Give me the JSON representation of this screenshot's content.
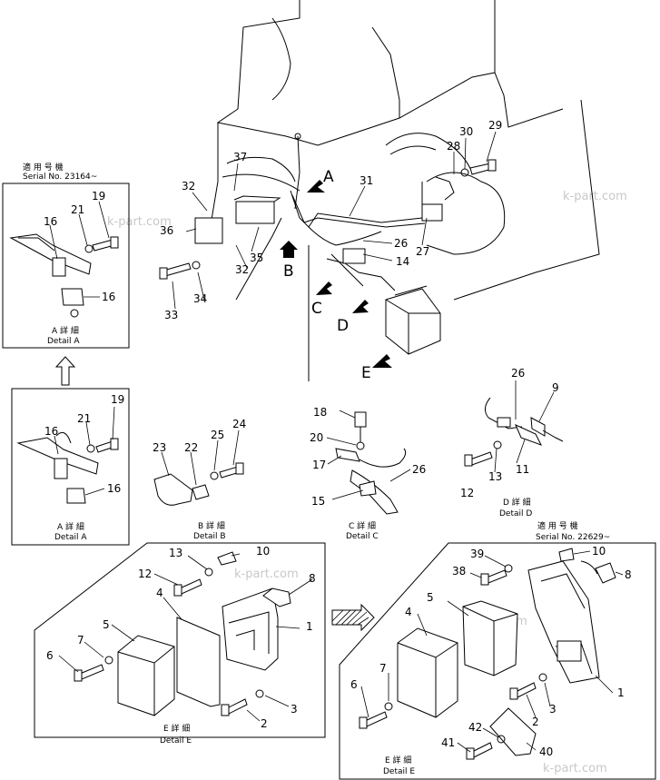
{
  "watermark": "k-part.com",
  "main": {
    "labels": [
      "37",
      "32",
      "36",
      "35",
      "32",
      "34",
      "33",
      "31",
      "30",
      "28",
      "29",
      "26",
      "27",
      "14"
    ],
    "view_letters": [
      "A",
      "B",
      "C",
      "D",
      "E"
    ]
  },
  "detail_a_top": {
    "applicable": "適 用 号 機",
    "serial": "Serial  No.  23164~",
    "caption_jp": "A  詳  細",
    "caption": "Detail  A",
    "labels": [
      "19",
      "21",
      "16",
      "16"
    ]
  },
  "detail_a_bottom": {
    "caption_jp": "A  詳  細",
    "caption": "Detail  A",
    "labels": [
      "19",
      "21",
      "16",
      "16"
    ]
  },
  "detail_b": {
    "caption_jp": "B  詳  細",
    "caption": "Detail  B",
    "labels": [
      "23",
      "22",
      "25",
      "24"
    ]
  },
  "detail_c": {
    "caption_jp": "C  詳  細",
    "caption": "Detail  C",
    "labels": [
      "18",
      "20",
      "17",
      "26",
      "15"
    ]
  },
  "detail_d": {
    "caption_jp": "D  詳  細",
    "caption": "Detail  D",
    "labels": [
      "26",
      "9",
      "12",
      "13",
      "11"
    ]
  },
  "detail_e_left": {
    "caption_jp": "E  詳  細",
    "caption": "Detail  E",
    "labels": [
      "13",
      "10",
      "12",
      "8",
      "4",
      "1",
      "5",
      "7",
      "6",
      "3",
      "2"
    ]
  },
  "detail_e_right": {
    "applicable": "適 用 号 機",
    "serial": "Serial  No.  22629~",
    "caption_jp": "E  詳  細",
    "caption": "Detail  E",
    "labels": [
      "39",
      "10",
      "38",
      "8",
      "5",
      "4",
      "7",
      "6",
      "1",
      "3",
      "2",
      "42",
      "41",
      "40"
    ]
  }
}
